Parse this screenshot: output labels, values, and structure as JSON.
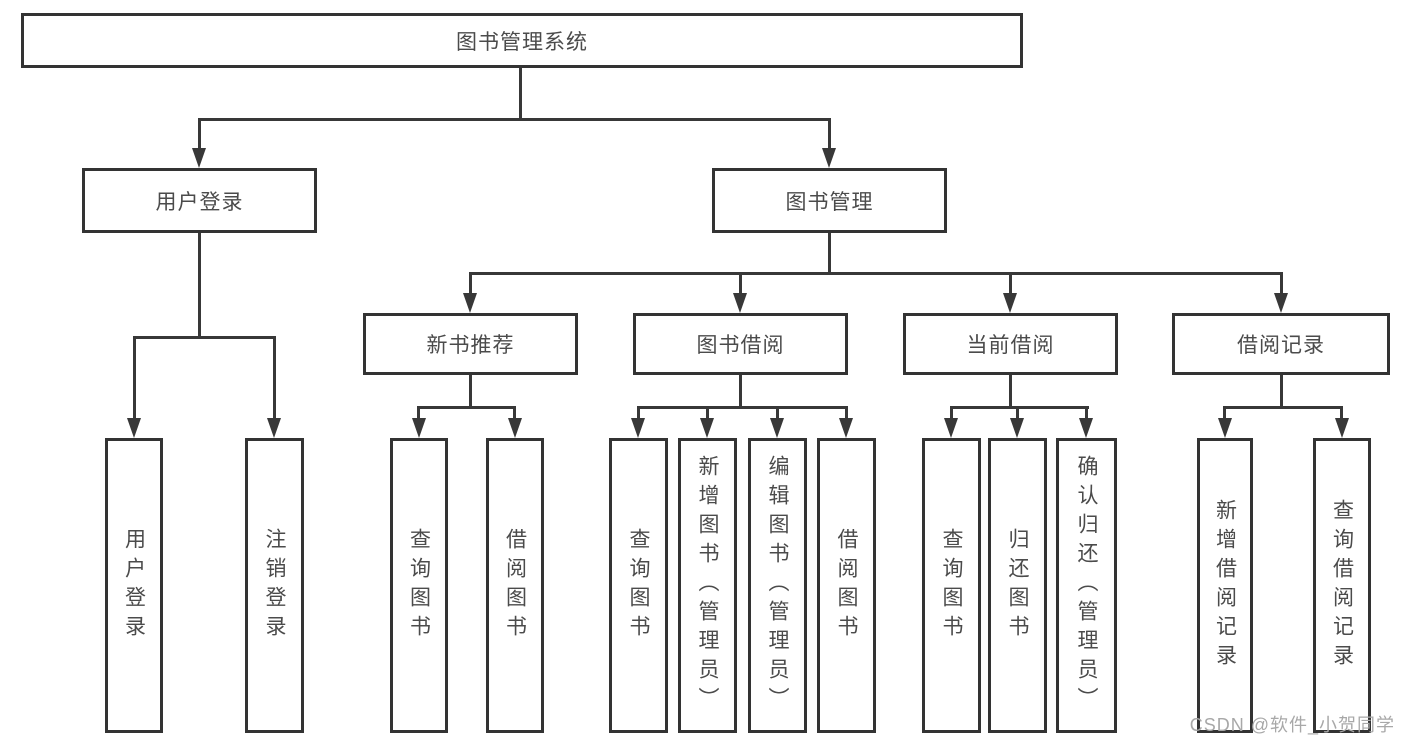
{
  "tree": {
    "label": "图书管理系统",
    "children": [
      {
        "label": "用户登录",
        "children": [
          {
            "label": "用户登录"
          },
          {
            "label": "注销登录"
          }
        ]
      },
      {
        "label": "图书管理",
        "children": [
          {
            "label": "新书推荐",
            "children": [
              {
                "label": "查询图书"
              },
              {
                "label": "借阅图书"
              }
            ]
          },
          {
            "label": "图书借阅",
            "children": [
              {
                "label": "查询图书"
              },
              {
                "label": "新增图书（管理员）"
              },
              {
                "label": "编辑图书（管理员）"
              },
              {
                "label": "借阅图书"
              }
            ]
          },
          {
            "label": "当前借阅",
            "children": [
              {
                "label": "查询图书"
              },
              {
                "label": "归还图书"
              },
              {
                "label": "确认归还（管理员）"
              }
            ]
          },
          {
            "label": "借阅记录",
            "children": [
              {
                "label": "新增借阅记录"
              },
              {
                "label": "查询借阅记录"
              }
            ]
          }
        ]
      }
    ]
  },
  "watermark": "CSDN @软件_小贺同学",
  "colors": {
    "line": "#383838",
    "box_border": "#333333",
    "text": "#4b4b4b",
    "watermark": "#a8a8a8",
    "background": "#ffffff"
  }
}
